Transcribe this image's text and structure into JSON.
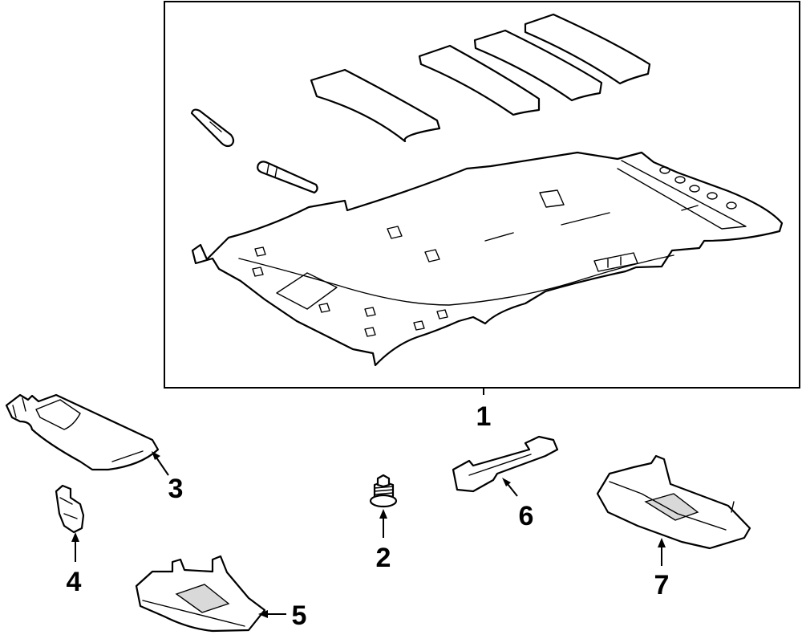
{
  "callouts": {
    "part_1": "1",
    "part_2": "2",
    "part_3": "3",
    "part_4": "4",
    "part_5": "5",
    "part_6": "6",
    "part_7": "7"
  },
  "colors": {
    "line": "#000000",
    "background": "#ffffff",
    "shading": "#d9d9d9"
  }
}
